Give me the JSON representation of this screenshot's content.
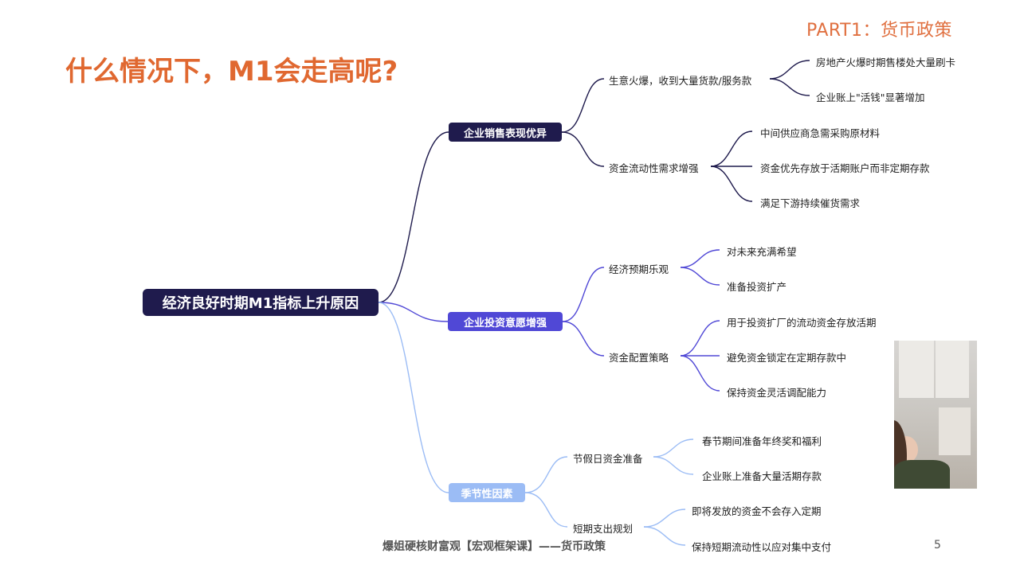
{
  "header": {
    "part_title": "PART1：货币政策",
    "main_title": "什么情况下，M1会走高呢?"
  },
  "mindmap": {
    "root": "经济良好时期M1指标上升原因",
    "branches": [
      {
        "label": "企业销售表现优异",
        "color": "#1F1B4D",
        "children": [
          {
            "label": "生意火爆，收到大量货款/服务款",
            "children": [
              "房地产火爆时期售楼处大量刷卡",
              "企业账上\"活钱\"显著增加"
            ]
          },
          {
            "label": "资金流动性需求增强",
            "children": [
              "中间供应商急需采购原材料",
              "资金优先存放于活期账户而非定期存款",
              "满足下游持续催货需求"
            ]
          }
        ]
      },
      {
        "label": "企业投资意愿增强",
        "color": "#5048D6",
        "children": [
          {
            "label": "经济预期乐观",
            "children": [
              "对未来充满希望",
              "准备投资扩产"
            ]
          },
          {
            "label": "资金配置策略",
            "children": [
              "用于投资扩厂的流动资金存放活期",
              "避免资金锁定在定期存款中",
              "保持资金灵活调配能力"
            ]
          }
        ]
      },
      {
        "label": "季节性因素",
        "color": "#9BBCF5",
        "children": [
          {
            "label": "节假日资金准备",
            "children": [
              "春节期间准备年终奖和福利",
              "企业账上准备大量活期存款"
            ]
          },
          {
            "label": "短期支出规划",
            "children": [
              "即将发放的资金不会存入定期",
              "保持短期流动性以应对集中支付"
            ]
          }
        ]
      }
    ]
  },
  "footer": {
    "course": "爆姐硬核财富观【宏观框架课】——货币政策",
    "page": "5"
  }
}
